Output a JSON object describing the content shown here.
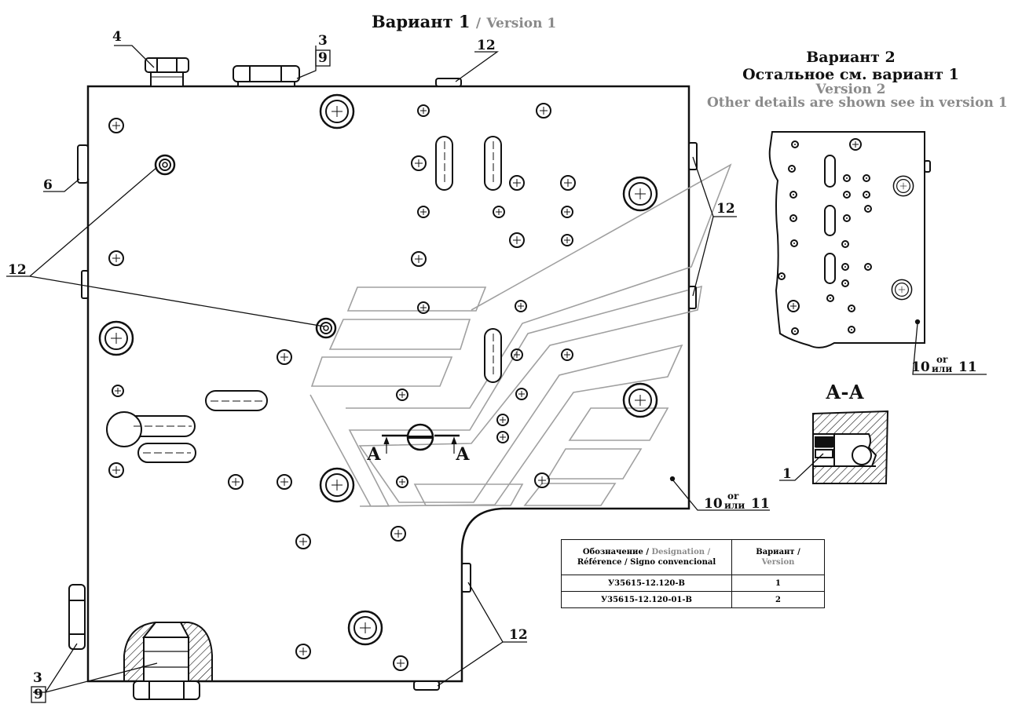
{
  "titles": {
    "variant1_ru": "Вариант 1",
    "variant1_sep": "/",
    "variant1_en": "Version 1",
    "variant2_ru": "Вариант 2",
    "variant2_note_ru": "Остальное см. вариант 1",
    "variant2_en": "Version 2",
    "variant2_note_en": "Other details are shown see in version 1"
  },
  "callouts": {
    "c4": "4",
    "c3_top": "3",
    "c9_top": "9",
    "c12_top": "12",
    "c6": "6",
    "c12_left": "12",
    "c12_right": "12",
    "c12_bottom": "12",
    "c3_bottom": "3",
    "c9_bottom": "9",
    "c10_main": "10",
    "or_main": "or",
    "ili_main": "или",
    "c11_main": "11",
    "c10_v2": "10",
    "or_v2": "or",
    "ili_v2": "или",
    "c11_v2": "11",
    "c1": "1"
  },
  "section": {
    "label": "А-А",
    "marker_left": "А",
    "marker_right": "А"
  },
  "table": {
    "header_designation_ru": "Обозначение /",
    "header_designation_en": "Designation /",
    "header_designation_fr": "Référence / Signo convencional",
    "header_variant_ru": "Вариант /",
    "header_variant_en": "Version",
    "rows": [
      {
        "designation": "У35615-12.120-В",
        "variant": "1"
      },
      {
        "designation": "У35615-12.120-01-В",
        "variant": "2"
      }
    ]
  }
}
